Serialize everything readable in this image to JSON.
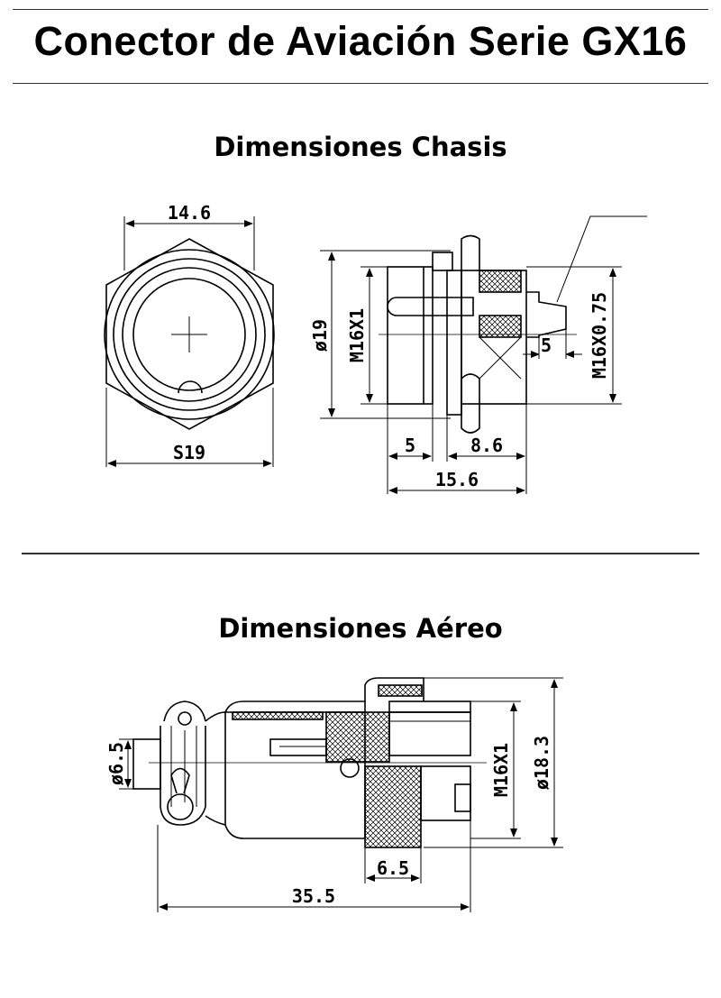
{
  "title": "Conector de Aviación  Serie GX16",
  "chassis": {
    "heading": "Dimensiones Chasis",
    "front_width": "14.6",
    "hex_size": "S19",
    "diameter": "ø19",
    "thread_inner": "M16X1",
    "thread_outer": "M16X0.75",
    "pin_len": "5",
    "flange_len": "5",
    "body_len": "8.6",
    "total_len": "15.6"
  },
  "aereo": {
    "heading": "Dimensiones Aéreo",
    "cable_dia": "ø6.5",
    "thread": "M16X1",
    "outer_dia": "ø18.3",
    "nut_len": "6.5",
    "total_len": "35.5"
  }
}
